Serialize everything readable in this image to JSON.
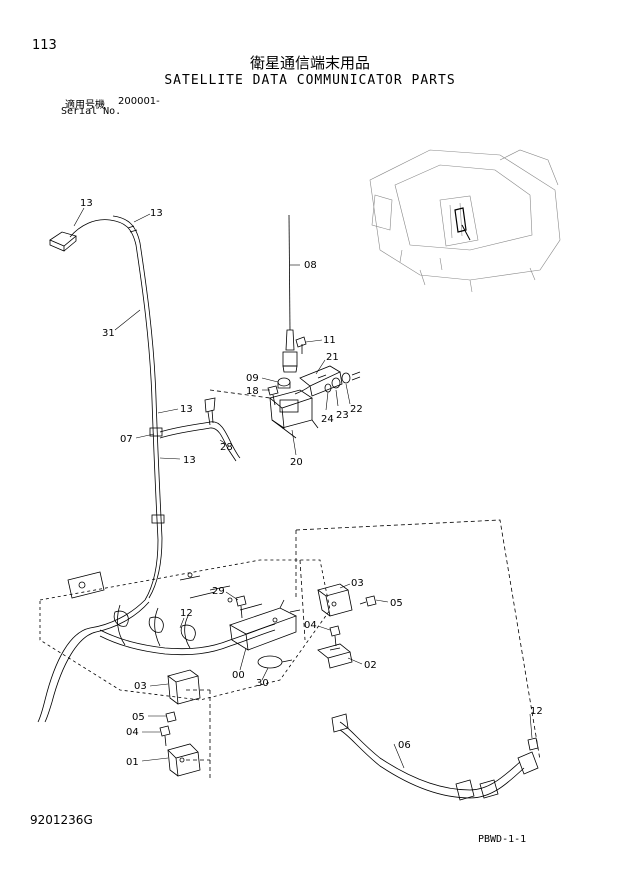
{
  "header": {
    "page_number": "113",
    "title_jp": "衛星通信端末用品",
    "title_en": "SATELLITE DATA COMMUNICATOR PARTS",
    "serial_label_jp": "適用号機",
    "serial_code": "200001-",
    "serial_label_en": "Serial No."
  },
  "callouts": [
    {
      "id": "c13a",
      "text": "13"
    },
    {
      "id": "c13b",
      "text": "13"
    },
    {
      "id": "c31",
      "text": "31"
    },
    {
      "id": "c08",
      "text": "08"
    },
    {
      "id": "c11",
      "text": "11"
    },
    {
      "id": "c21",
      "text": "21"
    },
    {
      "id": "c09",
      "text": "09"
    },
    {
      "id": "c18",
      "text": "18"
    },
    {
      "id": "c24",
      "text": "24"
    },
    {
      "id": "c23",
      "text": "23"
    },
    {
      "id": "c22",
      "text": "22"
    },
    {
      "id": "c13c",
      "text": "13"
    },
    {
      "id": "c07",
      "text": "07"
    },
    {
      "id": "c28",
      "text": "28"
    },
    {
      "id": "c20",
      "text": "20"
    },
    {
      "id": "c13d",
      "text": "13"
    },
    {
      "id": "c12a",
      "text": "12"
    },
    {
      "id": "c29",
      "text": "29"
    },
    {
      "id": "c03a",
      "text": "03"
    },
    {
      "id": "c05a",
      "text": "05"
    },
    {
      "id": "c04a",
      "text": "04"
    },
    {
      "id": "c02",
      "text": "02"
    },
    {
      "id": "c00",
      "text": "00"
    },
    {
      "id": "c30",
      "text": "30"
    },
    {
      "id": "c03b",
      "text": "03"
    },
    {
      "id": "c05b",
      "text": "05"
    },
    {
      "id": "c04b",
      "text": "04"
    },
    {
      "id": "c01",
      "text": "01"
    },
    {
      "id": "c06",
      "text": "06"
    },
    {
      "id": "c12b",
      "text": "12"
    }
  ],
  "footer": {
    "drawing_number": "9201236G",
    "page_code": "PBWD-1-1"
  }
}
